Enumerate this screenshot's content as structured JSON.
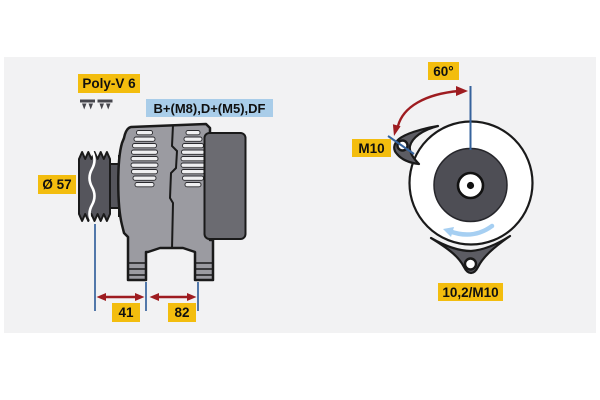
{
  "drawing": {
    "subject": "alternator-dimension-drawing",
    "side_view": {
      "belt_label": "Poly-V 6",
      "terminal_label": "B+(M8),D+(M5),DF",
      "pulley_diameter_label": "Ø 57",
      "dim_pulley_to_foot": "41",
      "dim_foot_span": "82"
    },
    "front_view": {
      "swing_angle_label": "60°",
      "upper_mount_label": "M10",
      "lower_mount_label": "10,2/M10"
    }
  },
  "icons": {
    "belt_profile": "belt-profile-icon",
    "angle_arrow": "angle-double-arrow-icon",
    "rotation_arrow": "rotation-direction-arrow-icon",
    "dimension_arrows": "dimension-arrow-icon"
  },
  "colors": {
    "label_yellow": "#f3bd0e",
    "label_blue": "#a9cde9",
    "dimension_blue": "#36639c",
    "arrow_red": "#9e1c20",
    "rotation_arrow_blue": "#a6cff2",
    "body_gray": "#9b9ba1",
    "pulley_gray": "#55555c",
    "rear_block_gray": "#6b6b71",
    "lug_gray": "#5c5c63",
    "rotor_face_gray": "#4e4e55",
    "outline": "#1a1a1a",
    "panel_background": "#f2f2f3"
  }
}
